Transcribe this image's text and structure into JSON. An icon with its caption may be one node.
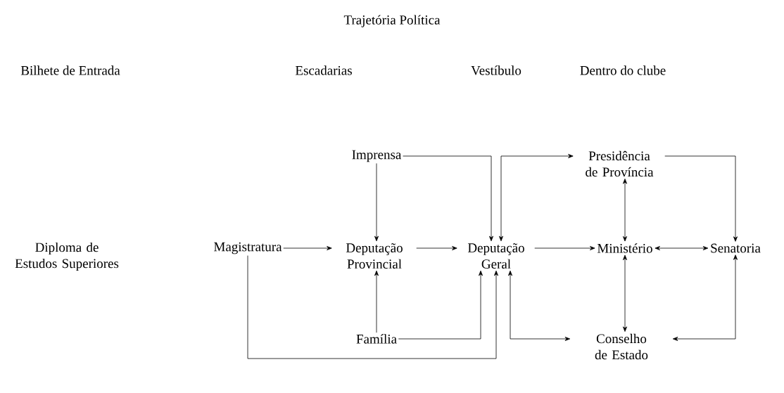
{
  "diagram": {
    "title": "Trajetória Política",
    "nodes": [
      {
        "text": [
          "Imprensa"
        ]
      },
      {
        "text": [
          "Presidência de Província"
        ]
      },
      {
        "text": [
          "Magistratura"
        ]
      },
      {
        "text": [
          "Deputação Provincial"
        ]
      },
      {
        "text": [
          "Deputação Geral"
        ]
      },
      {
        "text": [
          "Ministério"
        ]
      },
      {
        "text": [
          "Senatoria"
        ]
      },
      {
        "text": [
          "Família"
        ]
      },
      {
        "text": [
          "Conselho de Estado"
        ]
      }
    ],
    "edges": [
      {
        "from": 0,
        "to": 3,
        "arrow": "to"
      },
      {
        "from": 0,
        "to": 4,
        "arrow": "to"
      },
      {
        "from": 4,
        "to": 1,
        "arrow": "both"
      },
      {
        "from": 2,
        "to": 3,
        "arrow": "to"
      },
      {
        "from": 3,
        "to": 4,
        "arrow": "to"
      },
      {
        "from": 4,
        "to": 5,
        "arrow": "to"
      },
      {
        "from": 5,
        "to": 6,
        "arrow": "both"
      },
      {
        "from": 1,
        "to": 5,
        "arrow": "both"
      },
      {
        "from": 5,
        "to": 8,
        "arrow": "both"
      },
      {
        "from": 1,
        "to": 6,
        "arrow": "to"
      },
      {
        "from": 7,
        "to": 3,
        "arrow": "to"
      },
      {
        "from": 7,
        "to": 4,
        "arrow": "to"
      },
      {
        "from": 2,
        "to": 4,
        "arrow": "to"
      },
      {
        "from": 4,
        "to": 8,
        "arrow": "both"
      },
      {
        "from": 6,
        "to": 8,
        "arrow": "both"
      }
    ],
    "labels": [
      "Bilhete de Entrada",
      "Escadarias",
      "Vestíbulo",
      "Dentro do clube",
      "Diploma de Estudos Superiores"
    ]
  }
}
